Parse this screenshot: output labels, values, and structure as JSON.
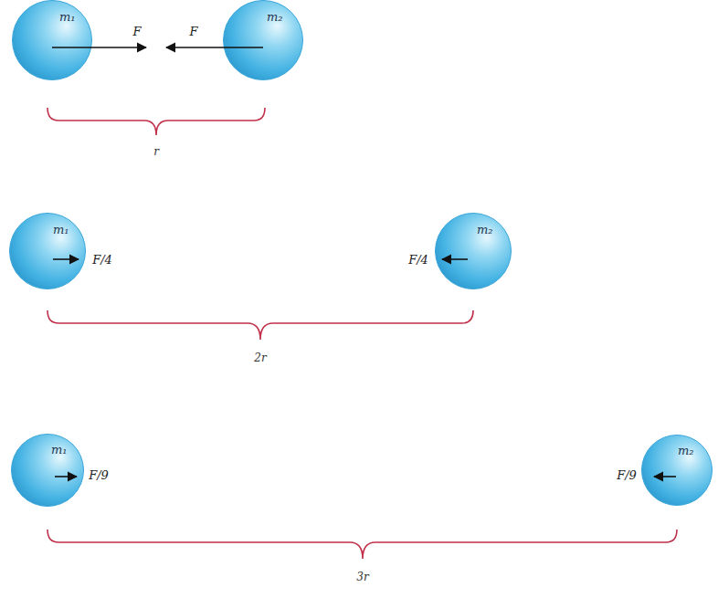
{
  "diagram": {
    "nodes": [
      {
        "text": [
          "m₁"
        ]
      },
      {
        "text": [
          "m₂"
        ]
      },
      {
        "text": [
          "m₁"
        ]
      },
      {
        "text": [
          "m₂"
        ]
      },
      {
        "text": [
          "m₁"
        ]
      },
      {
        "text": [
          "m₂"
        ]
      }
    ],
    "labels": [
      "F",
      "F",
      "r",
      "F/4",
      "F/4",
      "2r",
      "F/9",
      "F/9",
      "3r"
    ]
  }
}
